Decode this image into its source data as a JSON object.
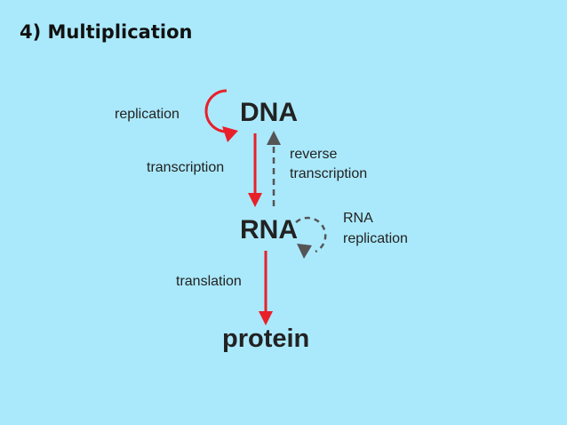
{
  "slide": {
    "title": "4) Multiplication"
  },
  "diagram": {
    "molecules": {
      "dna": "DNA",
      "rna": "RNA",
      "protein": "protein"
    },
    "processes": {
      "replication": "replication",
      "transcription": "transcription",
      "reverse_transcription_line1": "reverse",
      "reverse_transcription_line2": "transcription",
      "rna_replication_line1": "RNA",
      "rna_replication_line2": "replication",
      "translation": "translation"
    }
  },
  "colors": {
    "background": "#aae9fb",
    "arrow_red": "#e8202a",
    "arrow_gray": "#555555"
  }
}
